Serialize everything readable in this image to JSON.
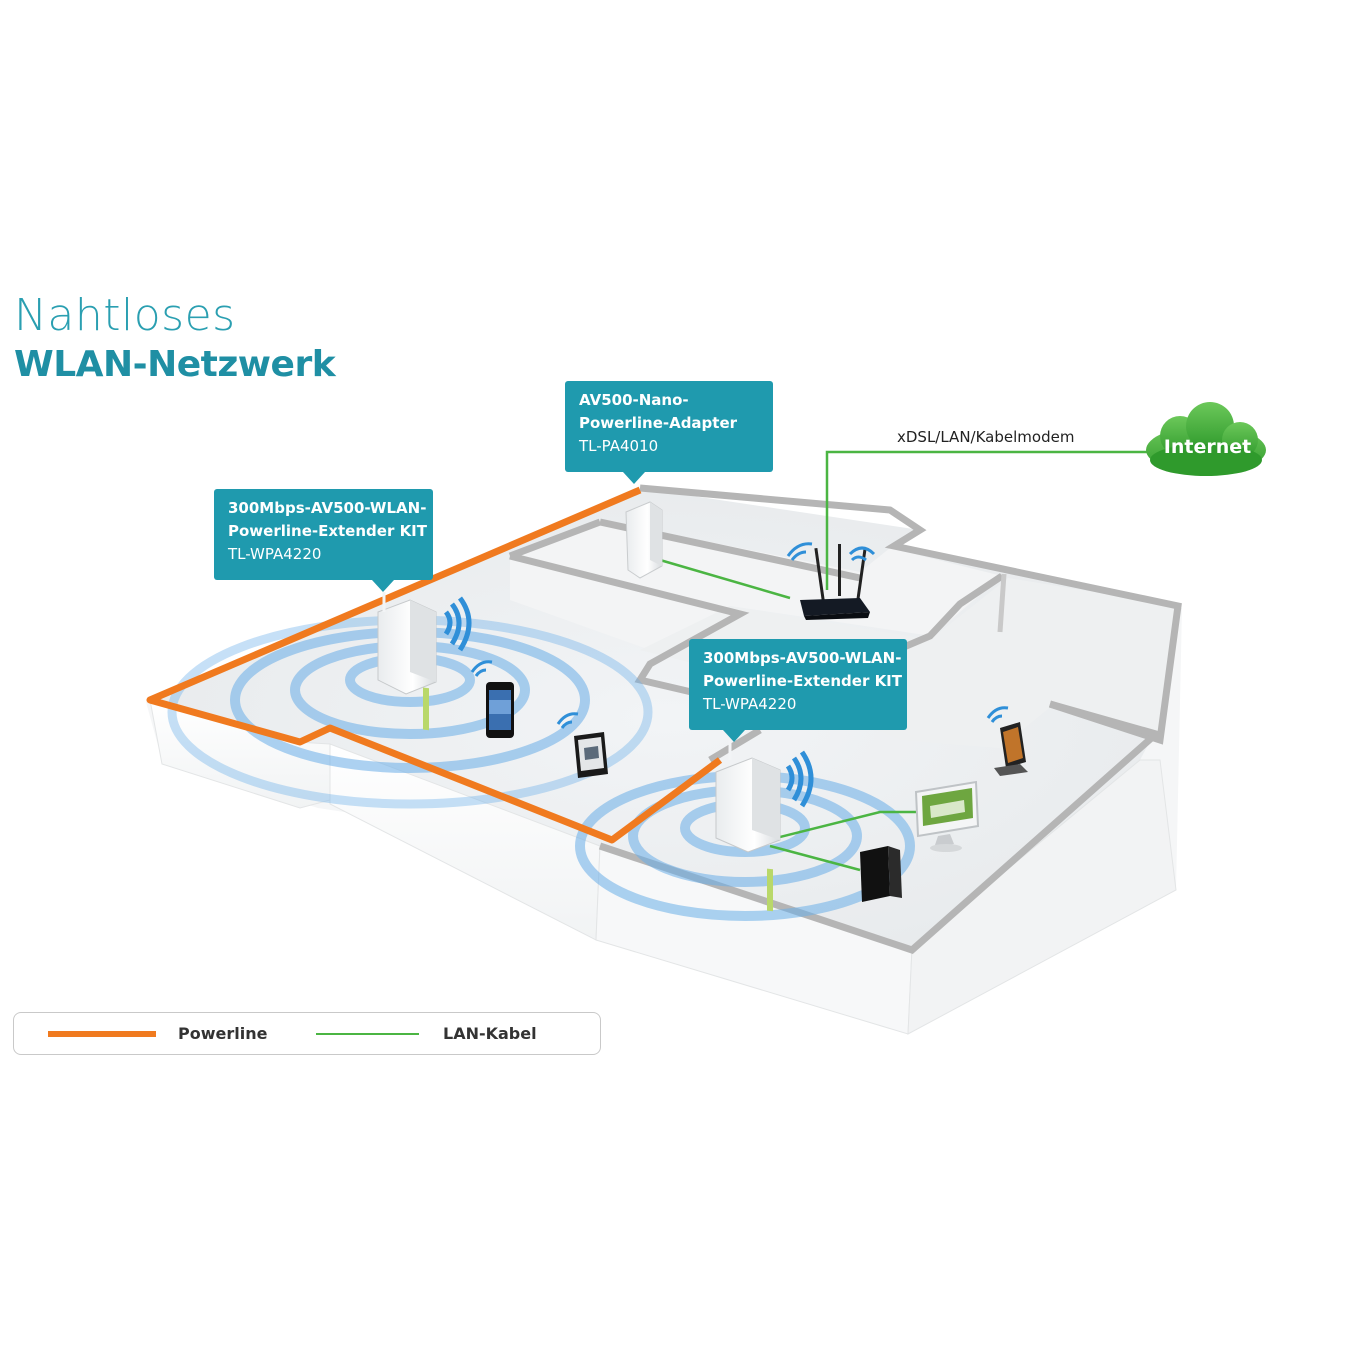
{
  "title": {
    "line1": "Nahtloses",
    "line2": "WLAN-Netzwerk"
  },
  "callouts": {
    "adapter": {
      "line1": "AV500-Nano-",
      "line2": "Powerline-Adapter",
      "model": "TL-PA4010"
    },
    "extender_left": {
      "line1": "300Mbps-AV500-WLAN-",
      "line2": "Powerline-Extender KIT",
      "model": "TL-WPA4220"
    },
    "extender_right": {
      "line1": "300Mbps-AV500-WLAN-",
      "line2": "Powerline-Extender KIT",
      "model": "TL-WPA4220"
    }
  },
  "modem_label": "xDSL/LAN/Kabelmodem",
  "internet_label": "Internet",
  "legend": {
    "powerline": "Powerline",
    "lan": "LAN-Kabel"
  },
  "colors": {
    "accent": "#1f9aae",
    "powerline": "#f07a1f",
    "lan": "#4bb543",
    "wifi": "#2f8fd8",
    "wall": "#b5b5b5",
    "cloud": "#3fae3a"
  },
  "icons": [
    "router-icon",
    "cloud-icon",
    "smartphone-icon",
    "tablet-icon",
    "monitor-icon",
    "nas-icon",
    "phone-dock-icon",
    "powerline-adapter-icon",
    "wifi-signal-icon"
  ]
}
